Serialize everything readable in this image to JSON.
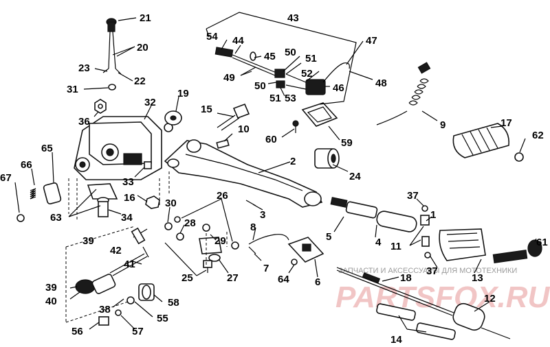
{
  "callouts": [
    {
      "id": "21",
      "text": "21"
    },
    {
      "id": "20",
      "text": "20"
    },
    {
      "id": "23",
      "text": "23"
    },
    {
      "id": "22",
      "text": "22"
    },
    {
      "id": "31",
      "text": "31"
    },
    {
      "id": "36",
      "text": "36"
    },
    {
      "id": "32",
      "text": "32"
    },
    {
      "id": "19",
      "text": "19"
    },
    {
      "id": "15",
      "text": "15"
    },
    {
      "id": "10",
      "text": "10"
    },
    {
      "id": "43",
      "text": "43"
    },
    {
      "id": "54",
      "text": "54"
    },
    {
      "id": "44",
      "text": "44"
    },
    {
      "id": "45",
      "text": "45"
    },
    {
      "id": "50a",
      "text": "50"
    },
    {
      "id": "51a",
      "text": "51"
    },
    {
      "id": "47",
      "text": "47"
    },
    {
      "id": "49",
      "text": "49"
    },
    {
      "id": "52",
      "text": "52"
    },
    {
      "id": "48",
      "text": "48"
    },
    {
      "id": "50b",
      "text": "50"
    },
    {
      "id": "51b",
      "text": "51"
    },
    {
      "id": "53",
      "text": "53"
    },
    {
      "id": "46",
      "text": "46"
    },
    {
      "id": "9",
      "text": "9"
    },
    {
      "id": "17",
      "text": "17"
    },
    {
      "id": "62",
      "text": "62"
    },
    {
      "id": "60",
      "text": "60"
    },
    {
      "id": "59",
      "text": "59"
    },
    {
      "id": "65",
      "text": "65"
    },
    {
      "id": "66",
      "text": "66"
    },
    {
      "id": "67",
      "text": "67"
    },
    {
      "id": "2",
      "text": "2"
    },
    {
      "id": "24",
      "text": "24"
    },
    {
      "id": "33",
      "text": "33"
    },
    {
      "id": "16",
      "text": "16"
    },
    {
      "id": "63",
      "text": "63"
    },
    {
      "id": "34",
      "text": "34"
    },
    {
      "id": "30",
      "text": "30"
    },
    {
      "id": "26",
      "text": "26"
    },
    {
      "id": "3",
      "text": "3"
    },
    {
      "id": "37a",
      "text": "37"
    },
    {
      "id": "1",
      "text": "1"
    },
    {
      "id": "28",
      "text": "28"
    },
    {
      "id": "39a",
      "text": "39"
    },
    {
      "id": "42",
      "text": "42"
    },
    {
      "id": "29",
      "text": "29"
    },
    {
      "id": "8",
      "text": "8"
    },
    {
      "id": "5",
      "text": "5"
    },
    {
      "id": "4",
      "text": "4"
    },
    {
      "id": "11",
      "text": "11"
    },
    {
      "id": "61",
      "text": "61"
    },
    {
      "id": "41",
      "text": "41"
    },
    {
      "id": "7",
      "text": "7"
    },
    {
      "id": "37b",
      "text": "37"
    },
    {
      "id": "25",
      "text": "25"
    },
    {
      "id": "27",
      "text": "27"
    },
    {
      "id": "64",
      "text": "64"
    },
    {
      "id": "6",
      "text": "6"
    },
    {
      "id": "13",
      "text": "13"
    },
    {
      "id": "39b",
      "text": "39"
    },
    {
      "id": "40",
      "text": "40"
    },
    {
      "id": "18",
      "text": "18"
    },
    {
      "id": "38",
      "text": "38"
    },
    {
      "id": "58",
      "text": "58"
    },
    {
      "id": "12",
      "text": "12"
    },
    {
      "id": "55",
      "text": "55"
    },
    {
      "id": "56",
      "text": "56"
    },
    {
      "id": "57",
      "text": "57"
    },
    {
      "id": "14",
      "text": "14"
    }
  ],
  "watermark": {
    "caption": "ЗАПЧАСТИ И АКСЕССУАРЫ ДЛЯ МОТОТЕХНИКИ",
    "logo": "PARTSFOX.RU",
    "color": "#e8a0a0"
  }
}
